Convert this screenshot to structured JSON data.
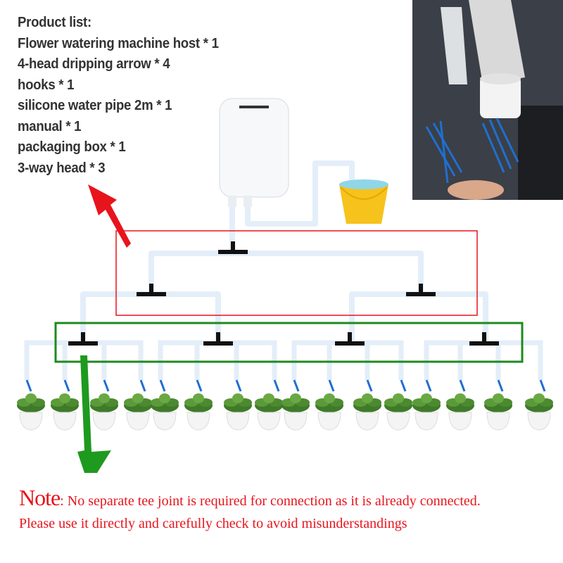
{
  "product_list": {
    "title": "Product list:",
    "items": [
      "Flower watering machine host * 1",
      "4-head dripping arrow * 4",
      "hooks * 1",
      "silicone water pipe 2m * 1",
      "manual * 1",
      "packaging box * 1",
      "3-way head * 3"
    ]
  },
  "note": {
    "label": "Note",
    "line1": ": No separate tee joint is required for connection as it is already connected.",
    "line2": "Please use it directly and carefully check to avoid misunderstandings"
  },
  "colors": {
    "red_box": "#e8141c",
    "green_box": "#1e8a1e",
    "note_text": "#e8141c",
    "pipe": "#e6f0fa",
    "tee": "#111111"
  }
}
